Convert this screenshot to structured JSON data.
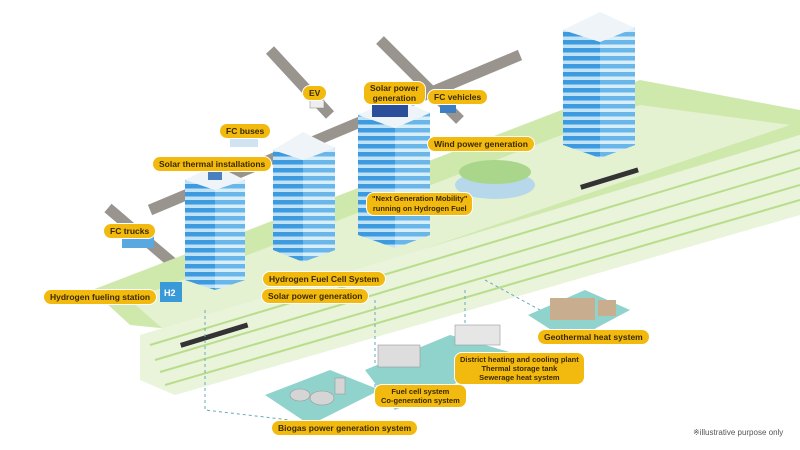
{
  "labels": {
    "ev": "EV",
    "solar_power_top_1": "Solar power",
    "solar_power_top_2": "generation",
    "fc_vehicles": "FC vehicles",
    "fc_buses": "FC buses",
    "solar_thermal": "Solar thermal installations",
    "wind_power": "Wind power generation",
    "next_gen_1": "\"Next Generation Mobility\"",
    "next_gen_2": "running on Hydrogen Fuel",
    "fc_trucks": "FC trucks",
    "hydrogen_fc_system": "Hydrogen Fuel Cell System",
    "solar_power_lower": "Solar power generation",
    "hydrogen_station": "Hydrogen fueling station",
    "geothermal": "Geothermal heat system",
    "district_1": "District heating and cooling plant",
    "district_2": "Thermal storage tank",
    "district_3": "Sewerage heat system",
    "fuel_cell_1": "Fuel cell system",
    "fuel_cell_2": "Co-generation system",
    "biogas": "Biogas power generation system",
    "h2_sign": "H2"
  },
  "note": "※illustrative purpose only",
  "colors": {
    "label": "#f2b90f",
    "building": "#4aa3e0",
    "green": "#c9e6a4",
    "teal": "#8fd3cc",
    "road": "#9a948e"
  }
}
